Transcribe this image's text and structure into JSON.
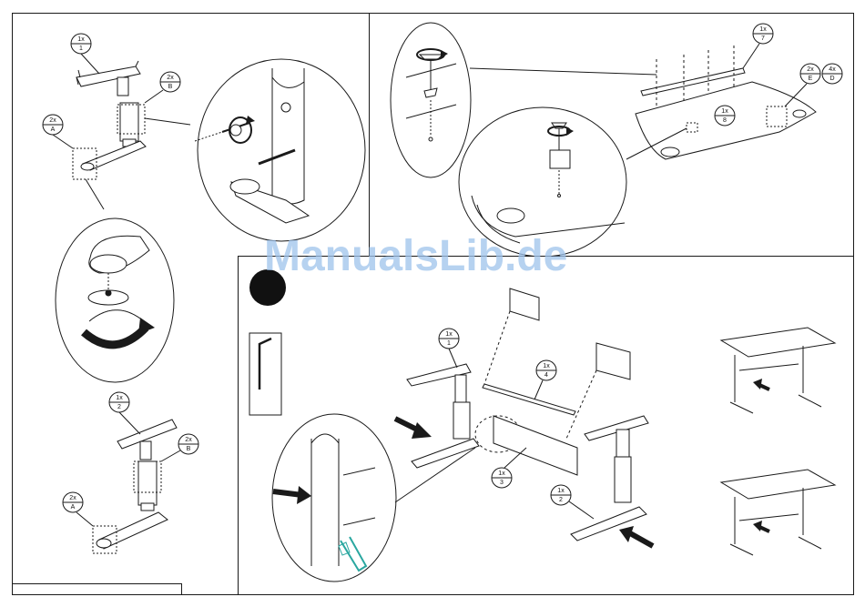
{
  "watermark": "ManualsLib.de",
  "labels": {
    "a_leg_top": {
      "qty": "1x",
      "code": "1"
    },
    "a_bolt_top": {
      "qty": "2x",
      "code": "B"
    },
    "a_glide_top": {
      "qty": "2x",
      "code": "A"
    },
    "a_leg_bot": {
      "qty": "1x",
      "code": "2"
    },
    "a_bolt_bot": {
      "qty": "2x",
      "code": "B"
    },
    "a_glide_bot": {
      "qty": "2x",
      "code": "A"
    },
    "b_rod": {
      "qty": "1x",
      "code": "7"
    },
    "b_top": {
      "qty": "1x",
      "code": "8"
    },
    "b_part_e": {
      "qty": "2x",
      "code": "E"
    },
    "b_part_d": {
      "qty": "4x",
      "code": "D"
    },
    "c_leg1": {
      "qty": "1x",
      "code": "1"
    },
    "c_rod": {
      "qty": "1x",
      "code": "4"
    },
    "c_panel": {
      "qty": "1x",
      "code": "3"
    },
    "c_leg2": {
      "qty": "1x",
      "code": "2"
    }
  },
  "colors": {
    "line": "#1a1a1a",
    "watermark": "#9ec3ec",
    "wrench": "#2aa7a0"
  },
  "icons": {
    "step_marker": "black-circle-icon",
    "tool": "allen-key-icon",
    "rotate": "rotate-arrow-icon",
    "push": "push-arrow-icon"
  }
}
